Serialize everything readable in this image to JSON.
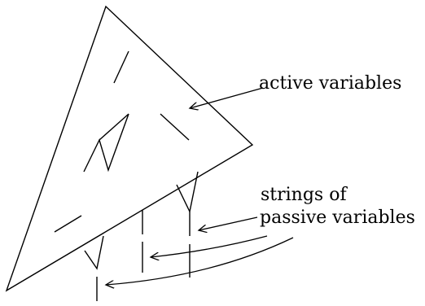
{
  "labels": {
    "active": "active variables",
    "strings_line1": "strings of",
    "strings_line2": "passive variables"
  },
  "colors": {
    "ink": "#000000",
    "background": "#ffffff"
  }
}
